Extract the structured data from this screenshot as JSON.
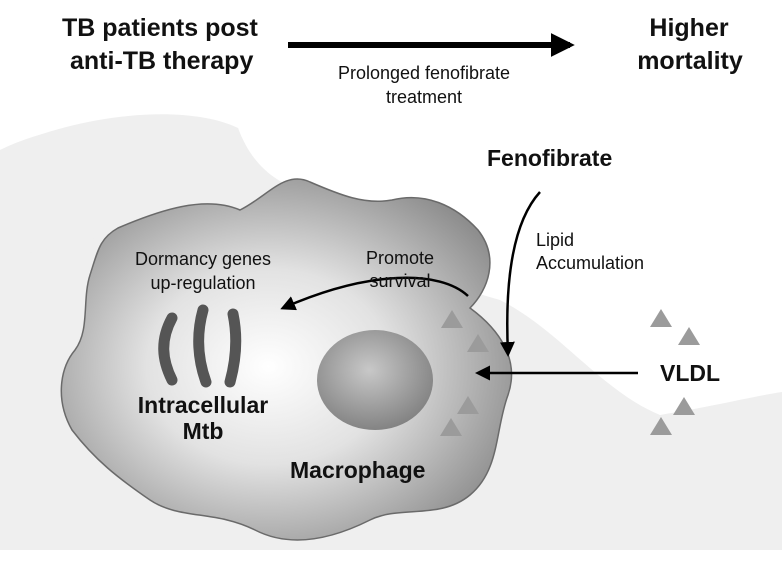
{
  "top": {
    "left_label_line1": "TB patients post",
    "left_label_line2": "anti-TB therapy",
    "right_label_line1": "Higher",
    "right_label_line2": "mortality",
    "arrow_label_line1": "Prolonged fenofibrate",
    "arrow_label_line2": "treatment"
  },
  "cell": {
    "fenofibrate_label": "Fenofibrate",
    "lipid_label_line1": "Lipid",
    "lipid_label_line2": "Accumulation",
    "vldl_label": "VLDL",
    "promote_label_line1": "Promote",
    "promote_label_line2": "survival",
    "dormancy_label_line1": "Dormancy genes",
    "dormancy_label_line2": "up-regulation",
    "mtb_label_line1": "Intracellular",
    "mtb_label_line2": "Mtb",
    "macrophage_label": "Macrophage"
  },
  "colors": {
    "background_shape": "#efefef",
    "cell_gradient_center": "#ffffff",
    "cell_gradient_edge": "#8c8c8c",
    "nucleus": "#9a9a9a",
    "bacteria": "#555555",
    "triangle": "#9b9b9b",
    "arrow": "#000000"
  }
}
